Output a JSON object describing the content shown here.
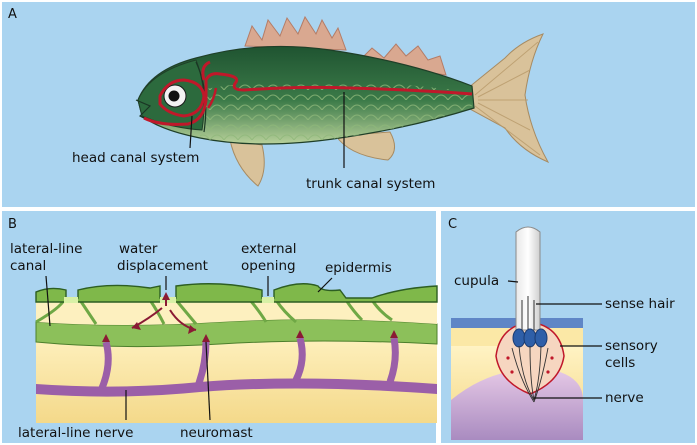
{
  "panels": {
    "a": {
      "letter": "A",
      "labels": {
        "head_canal": "head canal system",
        "trunk_canal": "trunk canal system"
      }
    },
    "b": {
      "letter": "B",
      "labels": {
        "lateral_line_canal_1": "lateral-line",
        "lateral_line_canal_2": "canal",
        "water_1": "water",
        "water_2": "displacement",
        "external_1": "external",
        "external_2": "opening",
        "epidermis": "epidermis",
        "lateral_line_nerve": "lateral-line nerve",
        "neuromast": "neuromast"
      }
    },
    "c": {
      "letter": "C",
      "labels": {
        "cupula": "cupula",
        "sense_hair": "sense hair",
        "sensory_1": "sensory",
        "sensory_2": "cells",
        "nerve": "nerve"
      }
    }
  },
  "colors": {
    "background": "#aad4f0",
    "fish_body": "#2f6b3f",
    "fish_belly": "#c9d9a8",
    "fin": "#d9c29a",
    "canal_red": "#c0182a",
    "epidermis_green": "#7fb84a",
    "tissue_yellow": "#fbe8a6",
    "nerve_purple": "#9b5fa8",
    "sensory_blue": "#2f5fa8"
  }
}
